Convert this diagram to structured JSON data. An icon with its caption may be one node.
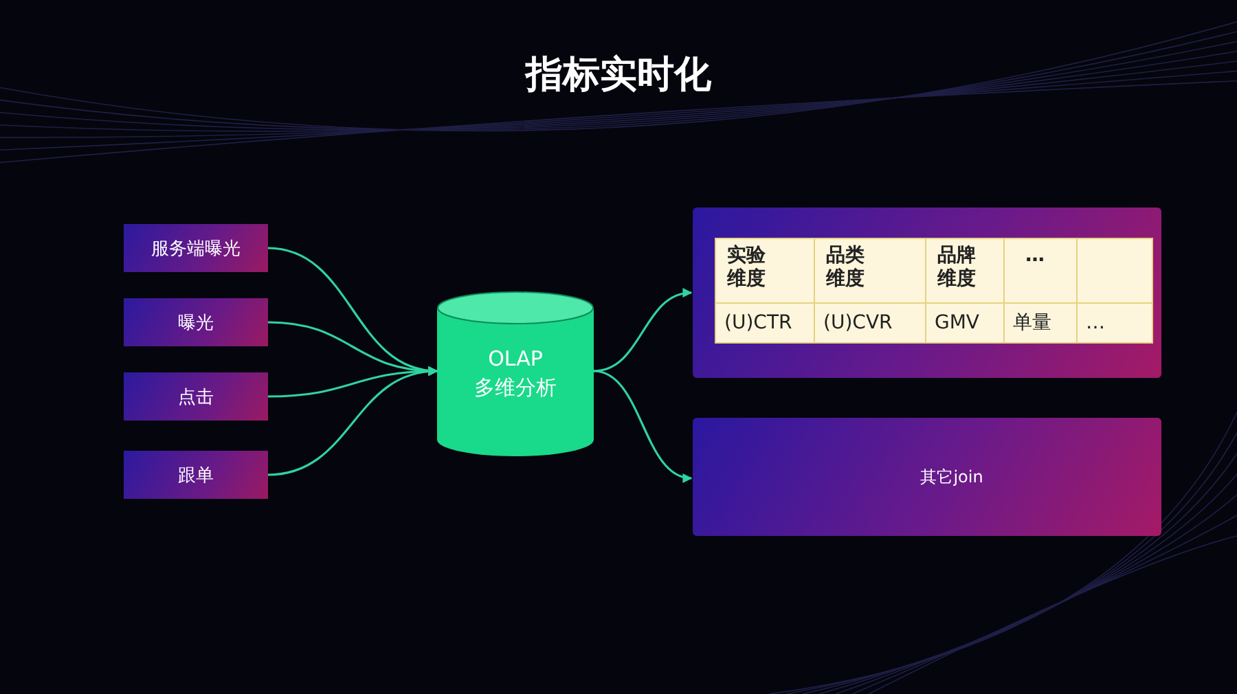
{
  "diagram": {
    "title": "指标实时化",
    "nodes": [
      {
        "text": [
          "服务端曝光"
        ]
      },
      {
        "text": [
          "曝光"
        ]
      },
      {
        "text": [
          "点击"
        ]
      },
      {
        "text": [
          "跟单"
        ]
      },
      {
        "text": [
          "OLAP 多维分析"
        ]
      },
      {
        "text": [],
        "shape": "box"
      },
      {
        "text": [
          "其它join"
        ]
      }
    ],
    "edges": [
      {
        "from": 0,
        "to": 4,
        "arrow": "to"
      },
      {
        "from": 1,
        "to": 4,
        "arrow": "to"
      },
      {
        "from": 2,
        "to": 4,
        "arrow": "to"
      },
      {
        "from": 3,
        "to": 4,
        "arrow": "to"
      },
      {
        "from": 4,
        "to": 5,
        "arrow": "to"
      },
      {
        "from": 4,
        "to": 6,
        "arrow": "to"
      }
    ],
    "labels": [
      "实验维度",
      "品类维度",
      "品牌维度",
      "…",
      "(U)CTR",
      "(U)CVR",
      "GMV",
      "单量",
      "…"
    ]
  }
}
